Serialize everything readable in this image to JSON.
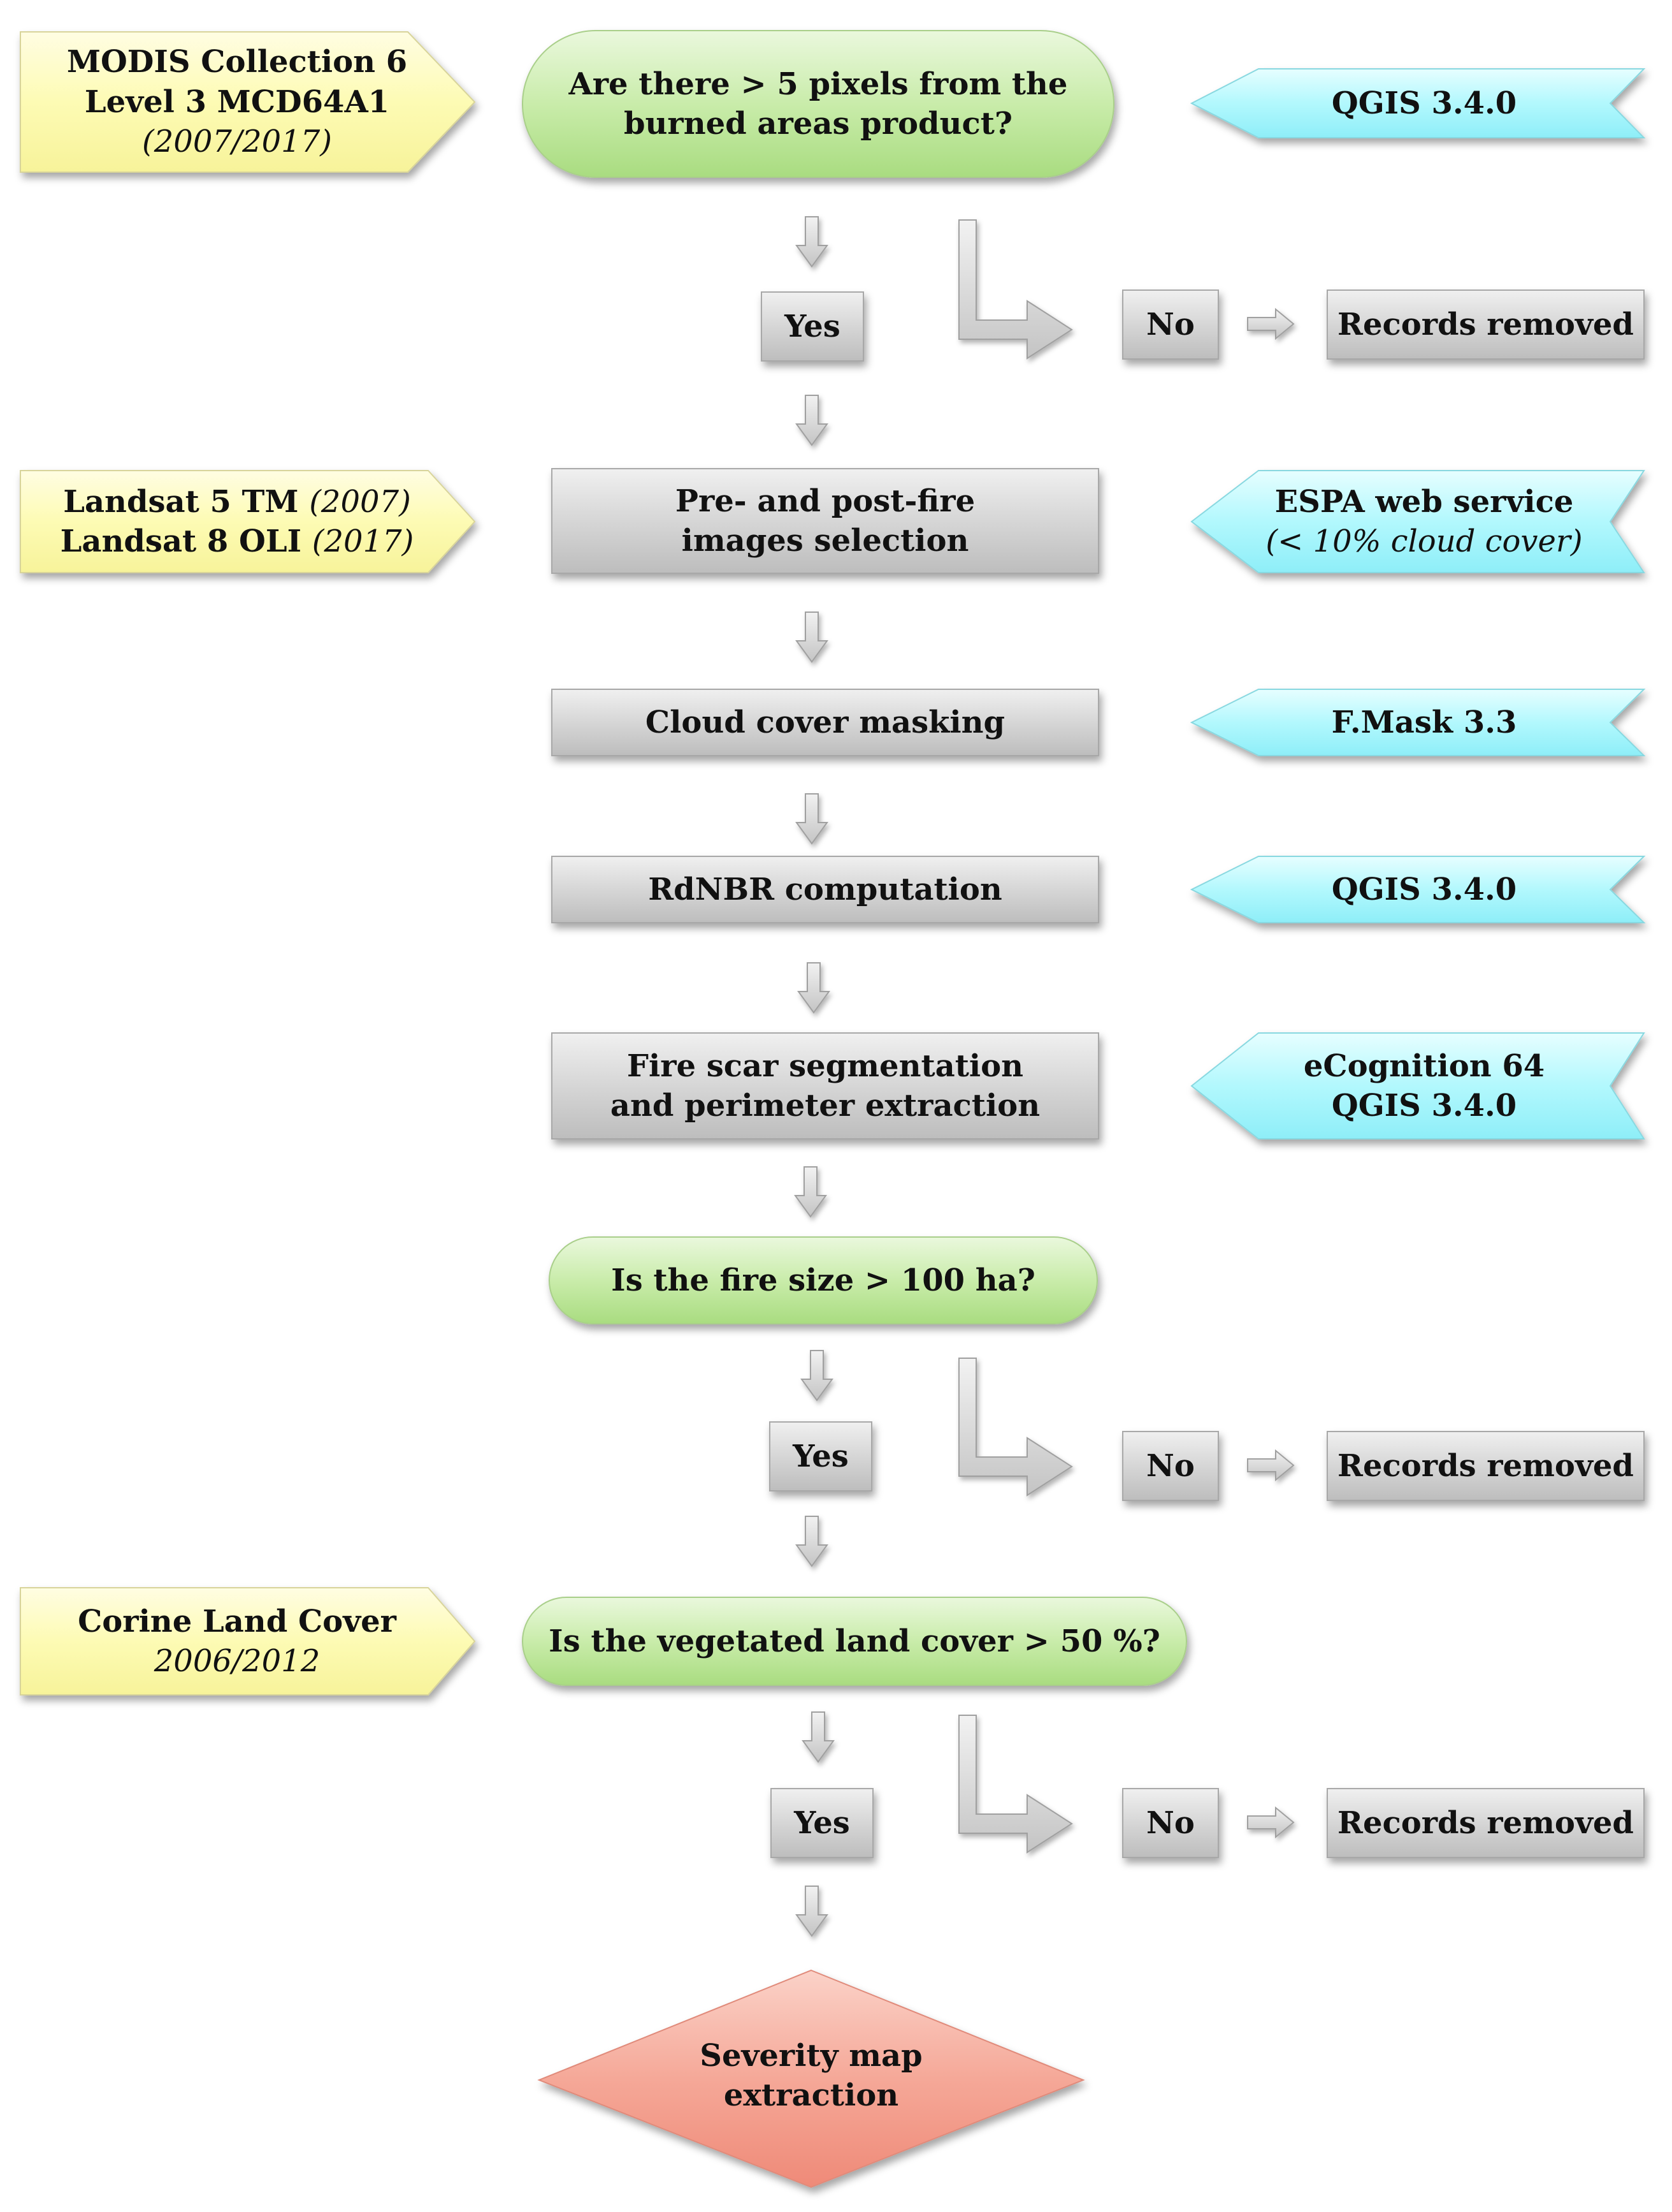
{
  "sources": {
    "modis": {
      "line1": "MODIS Collection 6",
      "line2": "Level 3 MCD64A1",
      "line3": "(2007/2017)"
    },
    "landsat": {
      "line1_a": "Landsat 5 TM ",
      "line1_b": "(2007)",
      "line2_a": "Landsat 8 OLI ",
      "line2_b": "(2017)"
    },
    "corine": {
      "line1": "Corine Land Cover",
      "line2": "2006/2012"
    }
  },
  "tools": {
    "qgis_1": {
      "line1": "QGIS 3.4.0"
    },
    "espa": {
      "line1": "ESPA web service",
      "line2": "(< 10% cloud cover)"
    },
    "fmask": {
      "line1": "F.Mask 3.3"
    },
    "qgis_2": {
      "line1": "QGIS 3.4.0"
    },
    "ecog": {
      "line1": "eCognition 64",
      "line2": "QGIS 3.4.0"
    }
  },
  "steps": {
    "decision_pixels": {
      "line1": "Are there > 5 pixels from the",
      "line2": "burned areas product?"
    },
    "image_selection": {
      "line1": "Pre- and post-fire",
      "line2": "images selection"
    },
    "cloud_masking": {
      "line1": "Cloud cover masking"
    },
    "rdnbr": {
      "line1": "RdNBR computation"
    },
    "segmentation": {
      "line1": "Fire scar segmentation",
      "line2": "and perimeter extraction"
    },
    "decision_size": {
      "line1": "Is the fire size > 100 ha?"
    },
    "decision_vegetation": {
      "line1": "Is the vegetated land cover > 50 %?"
    },
    "severity": {
      "line1": "Severity map",
      "line2": "extraction"
    }
  },
  "branches": {
    "b1": {
      "yes": "Yes",
      "no": "No",
      "removed": "Records removed"
    },
    "b2": {
      "yes": "Yes",
      "no": "No",
      "removed": "Records removed"
    },
    "b3": {
      "yes": "Yes",
      "no": "No",
      "removed": "Records removed"
    }
  },
  "colors": {
    "source_fill": "#fdfbb2",
    "tool_fill": "#a6f6fb",
    "decision_fill": "#c6eaa6",
    "process_fill": "#d4d4d4",
    "end_fill": "#f4a294",
    "arrow_fill": "#d9d9d9"
  }
}
